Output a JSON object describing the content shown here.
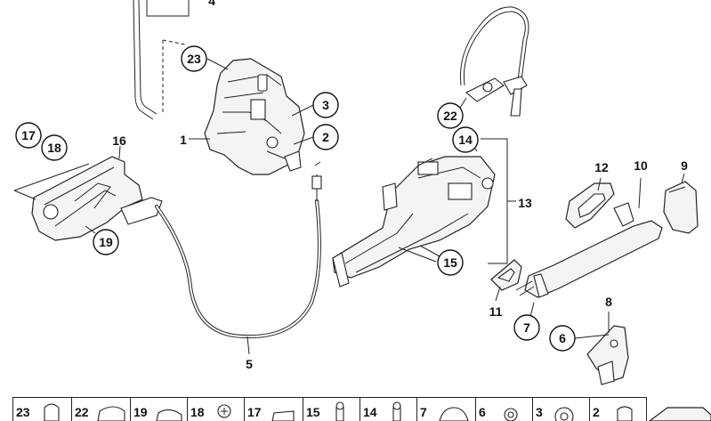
{
  "callouts_circled": [
    {
      "id": "c23",
      "text": "23"
    },
    {
      "id": "c3",
      "text": "3"
    },
    {
      "id": "c2",
      "text": "2"
    },
    {
      "id": "c17",
      "text": "17"
    },
    {
      "id": "c18",
      "text": "18"
    },
    {
      "id": "c19",
      "text": "19"
    },
    {
      "id": "c22",
      "text": "22"
    },
    {
      "id": "c14",
      "text": "14"
    },
    {
      "id": "c15",
      "text": "15"
    },
    {
      "id": "c7",
      "text": "7"
    },
    {
      "id": "c6",
      "text": "6"
    }
  ],
  "callouts_plain": [
    {
      "id": "p4",
      "text": "4"
    },
    {
      "id": "p1",
      "text": "1"
    },
    {
      "id": "p16",
      "text": "16"
    },
    {
      "id": "p13",
      "text": "13"
    },
    {
      "id": "p12",
      "text": "12"
    },
    {
      "id": "p10",
      "text": "10"
    },
    {
      "id": "p9",
      "text": "9"
    },
    {
      "id": "p11",
      "text": "11"
    },
    {
      "id": "p8",
      "text": "8"
    },
    {
      "id": "p5",
      "text": "5"
    }
  ],
  "fastener_strip": [
    "23",
    "22",
    "19",
    "18",
    "17",
    "15",
    "14",
    "7",
    "6",
    "3",
    "2"
  ]
}
